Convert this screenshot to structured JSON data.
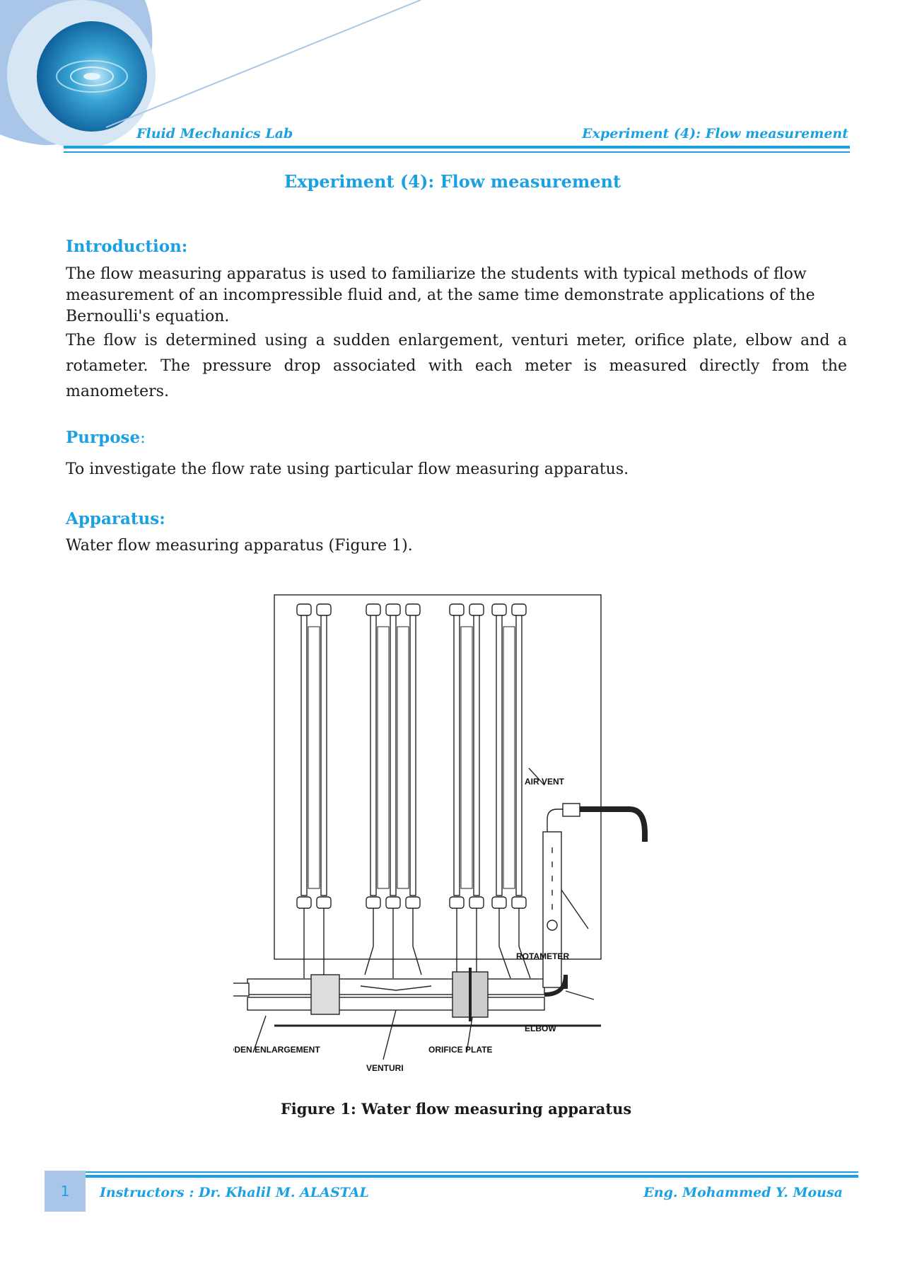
{
  "header": {
    "left": "Fluid Mechanics Lab",
    "right": "Experiment (4): Flow measurement"
  },
  "title": "Experiment (4): Flow measurement",
  "sections": {
    "introduction": {
      "heading": "Introduction:",
      "p1": "The flow measuring apparatus is used to familiarize the students with typical methods of  flow measurement of an incompressible fluid and, at the same time demonstrate applications of the Bernoulli's equation.",
      "p2": "The flow is determined using a sudden enlargement, venturi meter, orifice plate, elbow and a rotameter. The pressure drop associated with each meter is measured directly from the manometers."
    },
    "purpose": {
      "heading": "Purpose",
      "colon": ":",
      "text": "To investigate the flow rate using particular flow measuring apparatus."
    },
    "apparatus": {
      "heading": "Apparatus:",
      "text": "Water flow measuring apparatus (Figure 1)."
    }
  },
  "figure": {
    "labels": {
      "air_vent": "AIR VENT",
      "rotameter": "ROTAMETER",
      "elbow": "ELBOW",
      "sudden_enlargement": "SUDDEN ENLARGEMENT",
      "orifice_plate": "ORIFICE PLATE",
      "venturi": "VENTURI"
    },
    "caption": "Figure 1: Water flow measuring apparatus"
  },
  "footer": {
    "page_number": "1",
    "left": "Instructors : Dr. Khalil M. ALASTAL",
    "right": "Eng. Mohammed Y. Mousa"
  },
  "colors": {
    "accent": "#1ba1e2",
    "page_box": "#a9c6e8"
  }
}
